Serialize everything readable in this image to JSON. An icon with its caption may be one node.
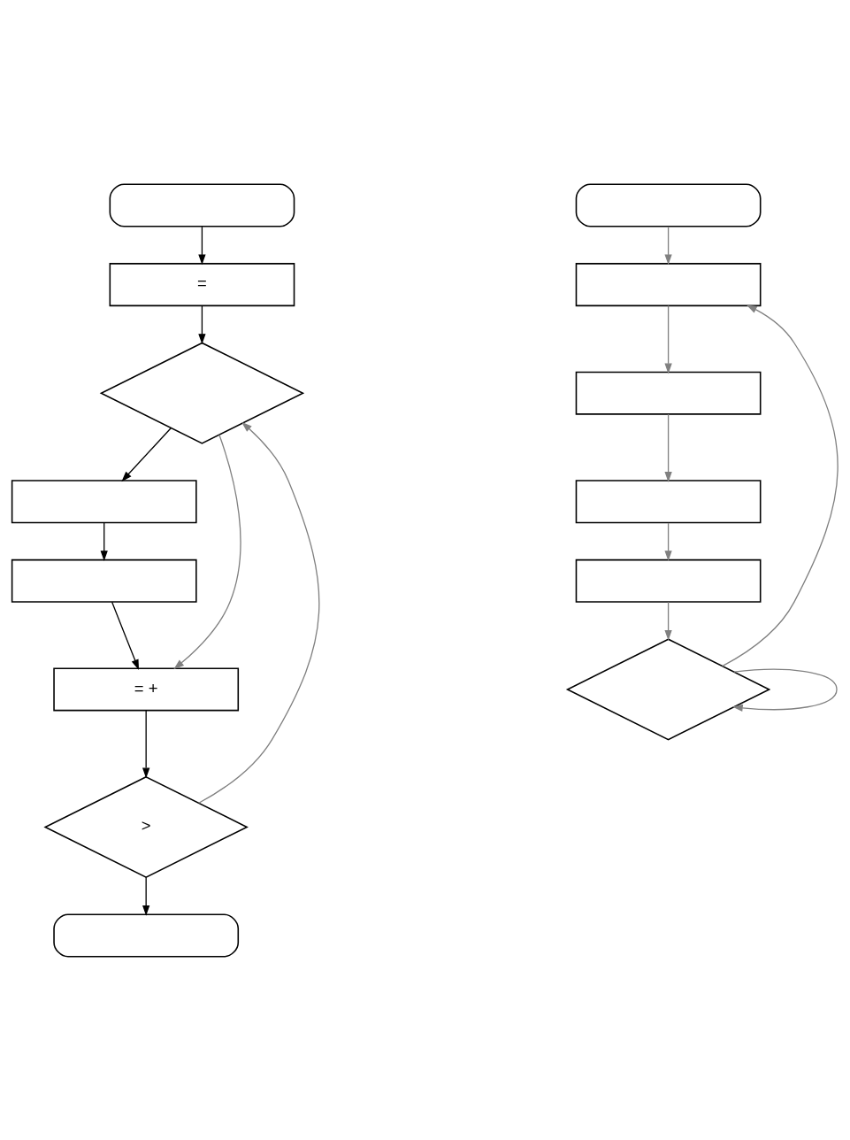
{
  "diagram": {
    "nodes": [
      {
        "text": [],
        "shape": "capsule"
      },
      {
        "text": [
          "="
        ]
      },
      {
        "text": [],
        "shape": "diamond"
      },
      {
        "text": [],
        "shape": "box"
      },
      {
        "text": [],
        "shape": "box"
      },
      {
        "text": [
          "= +"
        ]
      },
      {
        "text": [
          ">"
        ]
      },
      {
        "text": [],
        "shape": "capsule"
      },
      {
        "text": [],
        "shape": "capsule"
      },
      {
        "text": [],
        "shape": "box"
      },
      {
        "text": [],
        "shape": "box"
      },
      {
        "text": [],
        "shape": "box"
      },
      {
        "text": [],
        "shape": "box"
      },
      {
        "text": [],
        "shape": "diamond"
      }
    ],
    "edges": [
      {
        "from": 0,
        "to": 1,
        "arrow": "to",
        "color": "#000000"
      },
      {
        "from": 1,
        "to": 2,
        "arrow": "to",
        "color": "#000000"
      },
      {
        "from": 2,
        "to": 3,
        "arrow": "to",
        "color": "#000000"
      },
      {
        "from": 3,
        "to": 4,
        "arrow": "to",
        "color": "#000000"
      },
      {
        "from": 2,
        "to": 5,
        "arrow": "to"
      },
      {
        "from": 4,
        "to": 5,
        "arrow": "to",
        "color": "#000000"
      },
      {
        "from": 5,
        "to": 6,
        "arrow": "to",
        "color": "#000000"
      },
      {
        "from": 6,
        "to": 2,
        "arrow": "to"
      },
      {
        "from": 6,
        "to": 7,
        "arrow": "to",
        "color": "#000000"
      },
      {
        "from": 8,
        "to": 9,
        "arrow": "to"
      },
      {
        "from": 9,
        "to": 10,
        "arrow": "to"
      },
      {
        "from": 10,
        "to": 11,
        "arrow": "to"
      },
      {
        "from": 11,
        "to": 12,
        "arrow": "to"
      },
      {
        "from": 12,
        "to": 13,
        "arrow": "to"
      },
      {
        "from": 13,
        "to": 13,
        "arrow": "to"
      },
      {
        "from": 13,
        "to": 9,
        "arrow": "to"
      }
    ]
  }
}
